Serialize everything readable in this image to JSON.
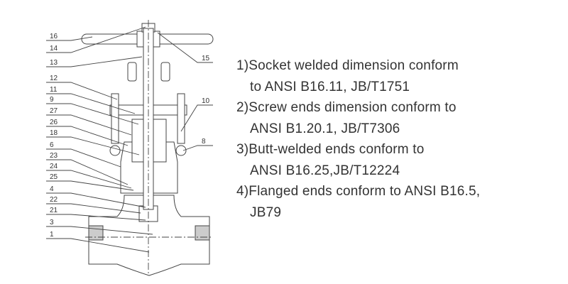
{
  "labels_left": [
    "16",
    "14",
    "13",
    "12",
    "11",
    "9",
    "27",
    "26",
    "18",
    "6",
    "23",
    "24",
    "25",
    "4",
    "22",
    "21",
    "3",
    "1"
  ],
  "labels_right": [
    "15",
    "10",
    "8"
  ],
  "notes": [
    {
      "line1": "1)Socket welded dimension conform",
      "line2": "to ANSI B16.11, JB/T1751"
    },
    {
      "line1": "2)Screw ends dimension conform to",
      "line2": "ANSI B1.20.1, JB/T7306"
    },
    {
      "line1": "3)Butt-welded ends conform to",
      "line2": "ANSI B16.25,JB/T12224"
    },
    {
      "line1": "4)Flanged ends conform to ANSI B16.5,",
      "line2": "JB79"
    }
  ]
}
